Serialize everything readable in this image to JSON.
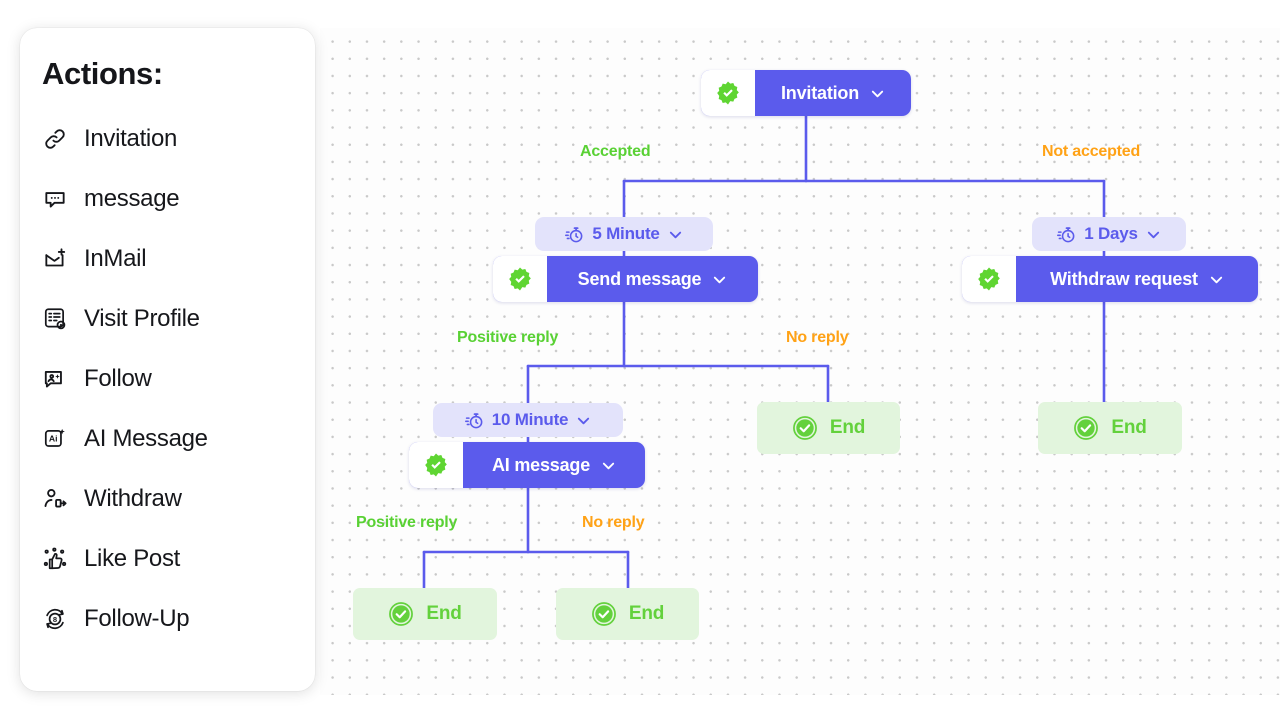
{
  "sidebar": {
    "title": "Actions:",
    "items": [
      {
        "label": "Invitation",
        "icon": "link-icon"
      },
      {
        "label": "message",
        "icon": "chat-bubble-icon"
      },
      {
        "label": "InMail",
        "icon": "envelope-plus-icon"
      },
      {
        "label": "Visit Profile",
        "icon": "profile-eye-icon"
      },
      {
        "label": "Follow",
        "icon": "person-sparkle-icon"
      },
      {
        "label": "AI Message",
        "icon": "ai-sparkle-icon"
      },
      {
        "label": "Withdraw",
        "icon": "person-exit-icon"
      },
      {
        "label": "Like Post",
        "icon": "thumbs-up-icon"
      },
      {
        "label": "Follow-Up",
        "icon": "refresh-circle-icon"
      }
    ]
  },
  "flow": {
    "nodes": [
      {
        "id": "invitation",
        "label": "Invitation",
        "badge": "verified-check-icon",
        "caret": "chevron-down-icon"
      },
      {
        "id": "send-message",
        "label": "Send message",
        "badge": "verified-check-icon",
        "caret": "chevron-down-icon"
      },
      {
        "id": "withdraw",
        "label": "Withdraw request",
        "badge": "verified-check-icon",
        "caret": "chevron-down-icon"
      },
      {
        "id": "ai-message",
        "label": "AI message",
        "badge": "verified-check-icon",
        "caret": "chevron-down-icon"
      }
    ],
    "delays": [
      {
        "id": "delay-5min",
        "label": "5 Minute",
        "icon": "stopwatch-icon",
        "caret": "chevron-down-icon"
      },
      {
        "id": "delay-1day",
        "label": "1 Days",
        "icon": "stopwatch-icon",
        "caret": "chevron-down-icon"
      },
      {
        "id": "delay-10min",
        "label": "10 Minute",
        "icon": "stopwatch-icon",
        "caret": "chevron-down-icon"
      }
    ],
    "ends": [
      {
        "id": "end-no-reply-msg",
        "label": "End",
        "icon": "check-circle-icon"
      },
      {
        "id": "end-not-accepted",
        "label": "End",
        "icon": "check-circle-icon"
      },
      {
        "id": "end-ai-positive",
        "label": "End",
        "icon": "check-circle-icon"
      },
      {
        "id": "end-ai-no-reply",
        "label": "End",
        "icon": "check-circle-icon"
      }
    ],
    "edge_labels": [
      {
        "id": "accepted",
        "text": "Accepted",
        "tone": "positive"
      },
      {
        "id": "not-accepted",
        "text": "Not accepted",
        "tone": "negative"
      },
      {
        "id": "positive-1",
        "text": "Positive reply",
        "tone": "positive"
      },
      {
        "id": "no-reply-1",
        "text": "No reply",
        "tone": "negative"
      },
      {
        "id": "positive-2",
        "text": "Positive reply",
        "tone": "positive"
      },
      {
        "id": "no-reply-2",
        "text": "No reply",
        "tone": "negative"
      }
    ]
  },
  "colors": {
    "node_purple": "#5b5bec",
    "chip_lavender": "#e3e3fb",
    "end_green_bg": "#e2f5dd",
    "end_green_text": "#63d13c",
    "label_positive": "#59d134",
    "label_negative": "#ffa216",
    "edge_line": "#5b5bec",
    "badge_green": "#5fd532"
  }
}
